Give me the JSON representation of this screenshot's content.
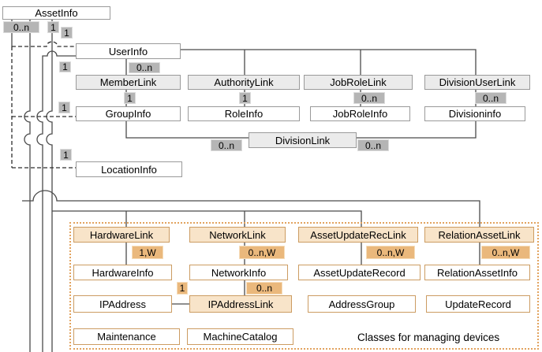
{
  "diagram": {
    "note": "Classes for managing devices",
    "boxes": [
      {
        "label": "AssetInfo"
      },
      {
        "label": "UserInfo"
      },
      {
        "label": "MemberLink"
      },
      {
        "label": "AuthorityLink"
      },
      {
        "label": "JobRoleLink"
      },
      {
        "label": "DivisionUserLink"
      },
      {
        "label": "GroupInfo"
      },
      {
        "label": "RoleInfo"
      },
      {
        "label": "JobRoleInfo"
      },
      {
        "label": "Divisioninfo"
      },
      {
        "label": "DivisionLink"
      },
      {
        "label": "LocationInfo"
      },
      {
        "label": "HardwareLink"
      },
      {
        "label": "NetworkLink"
      },
      {
        "label": "AssetUpdateRecLink"
      },
      {
        "label": "RelationAssetLink"
      },
      {
        "label": "HardwareInfo"
      },
      {
        "label": "NetworkInfo"
      },
      {
        "label": "AssetUpdateRecord"
      },
      {
        "label": "RelationAssetInfo"
      },
      {
        "label": "IPAddress"
      },
      {
        "label": "IPAddressLink"
      },
      {
        "label": "AddressGroup"
      },
      {
        "label": "UpdateRecord"
      },
      {
        "label": "Maintenance"
      },
      {
        "label": "MachineCatalog"
      }
    ],
    "chips": [
      {
        "text": "0..n"
      },
      {
        "text": "1"
      },
      {
        "text": "1"
      },
      {
        "text": "1"
      },
      {
        "text": "0..n"
      },
      {
        "text": "1"
      },
      {
        "text": "1"
      },
      {
        "text": "0..n"
      },
      {
        "text": "0..n"
      },
      {
        "text": "1"
      },
      {
        "text": "0..n"
      },
      {
        "text": "0..n"
      },
      {
        "text": "1"
      },
      {
        "text": "1,W"
      },
      {
        "text": "0..n,W"
      },
      {
        "text": "0..n,W"
      },
      {
        "text": "0..n,W"
      },
      {
        "text": "1"
      },
      {
        "text": "0..n"
      }
    ],
    "colors": {
      "top_line": "#4a4a4a",
      "gray_box_fill": "#ebebeb",
      "gray_chip_fill": "#b5b5b5",
      "tan_border": "#cc9c62",
      "tan_box_fill": "#f8e4c9",
      "tan_chip_fill": "#eab87c",
      "dotted_region_border": "#e2a35f"
    }
  }
}
